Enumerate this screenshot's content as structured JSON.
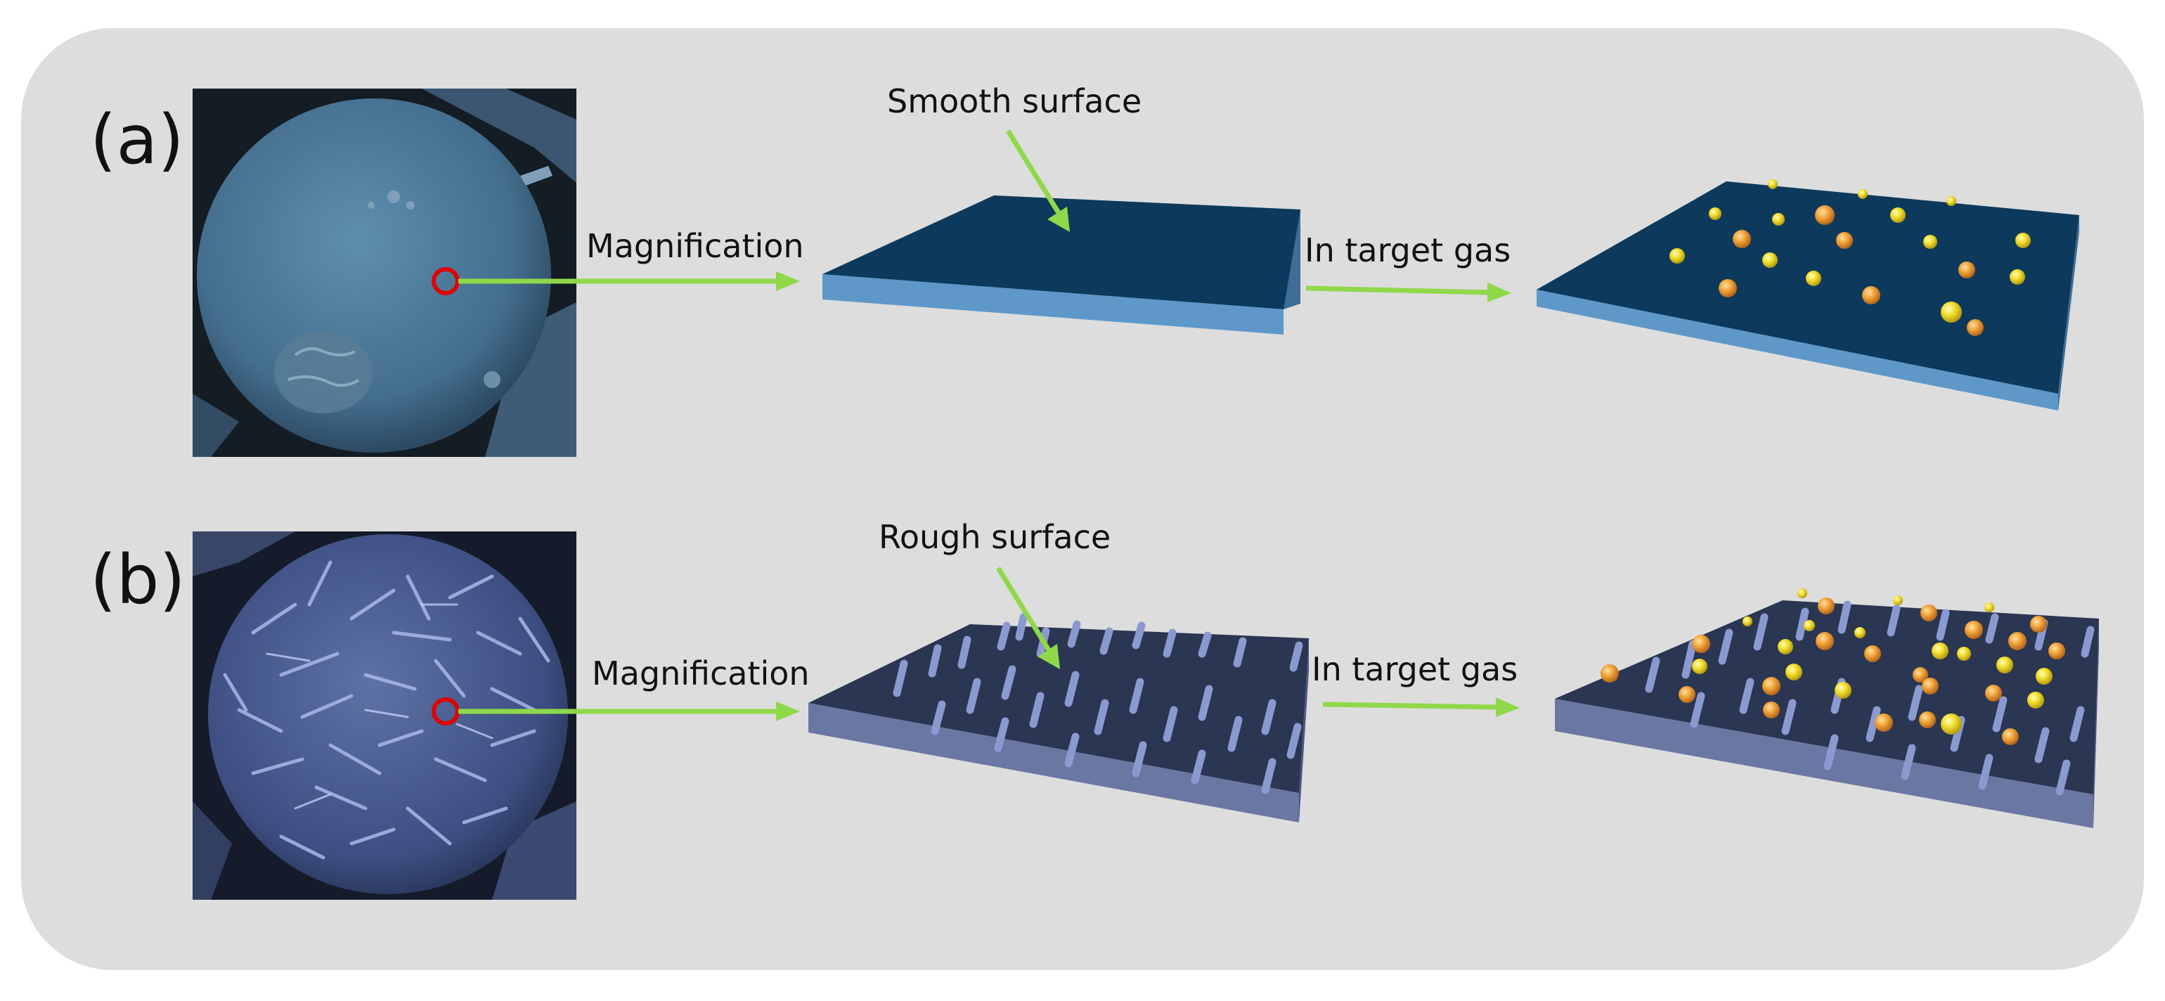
{
  "panels": [
    {
      "id": "a",
      "panel_label": "(a)",
      "surface_label": "Smooth surface",
      "step1_label": "Magnification",
      "step2_label": "In target gas"
    },
    {
      "id": "b",
      "panel_label": "(b)",
      "surface_label": "Rough surface",
      "step1_label": "Magnification",
      "step2_label": "In target gas"
    }
  ],
  "colors": {
    "background_panel": "#dddddd",
    "arrow_green": "#8ed84a",
    "smooth_slab_top": "#0d3a5c",
    "smooth_slab_side": "#5d98c9",
    "rough_slab_top": "#2a3652",
    "rough_slab_side": "#6a77a3",
    "nanorod": "#8a9ad0",
    "gas_yellow": "#f1dd28",
    "gas_orange": "#f3a73c",
    "magnifier_circle": "#e00000",
    "sem_smooth": "#5c8fb1",
    "sem_rough": "#6c84bc"
  }
}
